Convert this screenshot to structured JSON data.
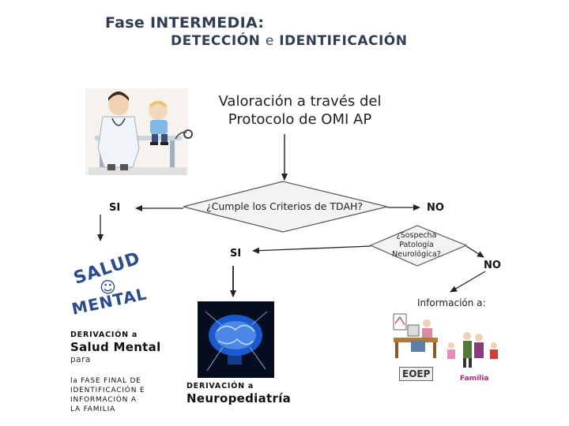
{
  "header": {
    "fase_label": "Fase ",
    "fase_bold": "INTERMEDIA:",
    "deteccion": "DETECCIÓN",
    "e_label": "e",
    "identificacion": "IDENTIFICACIÓN"
  },
  "flow": {
    "protocol_line1": "Valoración a través del",
    "protocol_line2": "Protocolo de OMI AP",
    "decision1": "¿Cumple los Criterios de TDAH?",
    "si_left": "SI",
    "no_right": "NO",
    "decision2_line1": "¿Sospecha",
    "decision2_line2": "Patología",
    "decision2_line3": "Neurológica?",
    "si_middle": "SI",
    "no_lower": "NO"
  },
  "salud_mental_logo": {
    "text_top": "SALUD",
    "text_bottom": "MENTAL",
    "color": "#2a4b8f"
  },
  "left_branch": {
    "derivacion": "DERIVACIÓN a",
    "target": "Salud Mental",
    "para": "para",
    "line1": "la FASE FINAL DE",
    "line2": "IDENTIFICACIÓN E",
    "line3": "INFORMACIÓN A",
    "line4": "LA FAMILIA"
  },
  "middle_branch": {
    "derivacion": "DERIVACIÓN a",
    "target": "Neuropediatría"
  },
  "right_branch": {
    "info_label": "Información a:",
    "eoep": "EOEP",
    "familia": "Familia"
  },
  "colors": {
    "title": "#2f3e55",
    "familia": "#c0237a",
    "brain": "#1e5fd6"
  }
}
